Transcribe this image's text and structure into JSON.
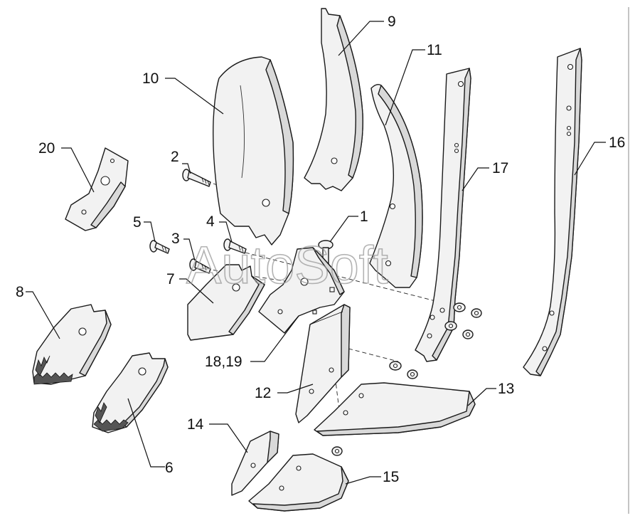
{
  "watermark": "AutoSoft",
  "callouts": {
    "c1": "1",
    "c2": "2",
    "c3": "3",
    "c4": "4",
    "c5": "5",
    "c6": "6",
    "c7": "7",
    "c8": "8",
    "c9": "9",
    "c10": "10",
    "c11": "11",
    "c12": "12",
    "c13": "13",
    "c14": "14",
    "c15": "15",
    "c16": "16",
    "c17": "17",
    "c1819": "18,19",
    "c20": "20"
  }
}
